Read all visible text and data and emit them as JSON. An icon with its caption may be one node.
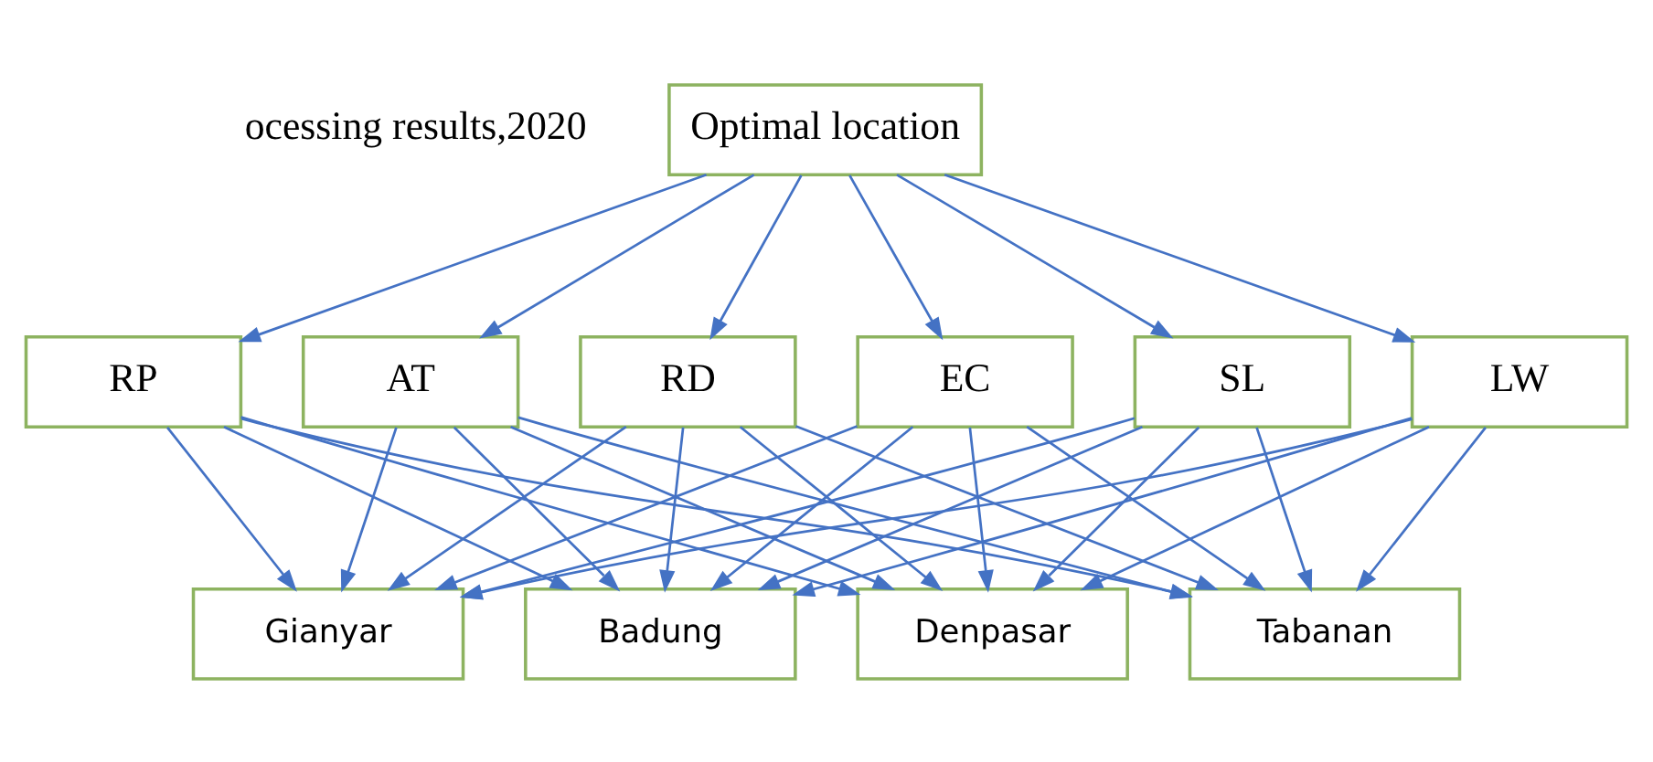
{
  "diagram": {
    "nodes": [
      {
        "text": [
          "Optimal location"
        ]
      },
      {
        "text": [
          "RP"
        ]
      },
      {
        "text": [
          "AT"
        ]
      },
      {
        "text": [
          "RD"
        ]
      },
      {
        "text": [
          "EC"
        ]
      },
      {
        "text": [
          "SL"
        ]
      },
      {
        "text": [
          "LW"
        ]
      },
      {
        "text": [
          "Denpasar"
        ]
      },
      {
        "text": [
          "Tabanan"
        ]
      },
      {
        "text": [
          "Gianyar"
        ]
      },
      {
        "text": [
          "Badung"
        ]
      }
    ],
    "edges": [
      {
        "from": 0,
        "to": 1,
        "arrow": "to"
      },
      {
        "from": 0,
        "to": 2,
        "arrow": "to"
      },
      {
        "from": 0,
        "to": 3,
        "arrow": "to"
      },
      {
        "from": 0,
        "to": 4,
        "arrow": "to"
      },
      {
        "from": 0,
        "to": 5,
        "arrow": "to"
      },
      {
        "from": 0,
        "to": 6,
        "arrow": "to"
      },
      {
        "from": 1,
        "to": 7,
        "arrow": "to"
      },
      {
        "from": 1,
        "to": 8,
        "arrow": "to"
      },
      {
        "from": 1,
        "to": 9,
        "arrow": "to"
      },
      {
        "from": 1,
        "to": 10,
        "arrow": "to"
      },
      {
        "from": 2,
        "to": 7,
        "arrow": "to"
      },
      {
        "from": 2,
        "to": 8,
        "arrow": "to"
      },
      {
        "from": 2,
        "to": 9,
        "arrow": "to"
      },
      {
        "from": 2,
        "to": 10,
        "arrow": "to"
      },
      {
        "from": 3,
        "to": 7,
        "arrow": "to"
      },
      {
        "from": 3,
        "to": 8,
        "arrow": "to"
      },
      {
        "from": 3,
        "to": 9,
        "arrow": "to"
      },
      {
        "from": 3,
        "to": 10,
        "arrow": "to"
      },
      {
        "from": 4,
        "to": 7,
        "arrow": "to"
      },
      {
        "from": 4,
        "to": 8,
        "arrow": "to"
      },
      {
        "from": 4,
        "to": 9,
        "arrow": "to"
      },
      {
        "from": 4,
        "to": 10,
        "arrow": "to"
      },
      {
        "from": 5,
        "to": 7,
        "arrow": "to"
      },
      {
        "from": 5,
        "to": 8,
        "arrow": "to"
      },
      {
        "from": 5,
        "to": 9,
        "arrow": "to"
      },
      {
        "from": 5,
        "to": 10,
        "arrow": "to"
      },
      {
        "from": 6,
        "to": 7,
        "arrow": "to"
      },
      {
        "from": 6,
        "to": 8,
        "arrow": "to"
      },
      {
        "from": 6,
        "to": 9,
        "arrow": "to"
      },
      {
        "from": 6,
        "to": 10,
        "arrow": "to"
      }
    ],
    "labels": [
      "ocessing results,2020"
    ]
  }
}
